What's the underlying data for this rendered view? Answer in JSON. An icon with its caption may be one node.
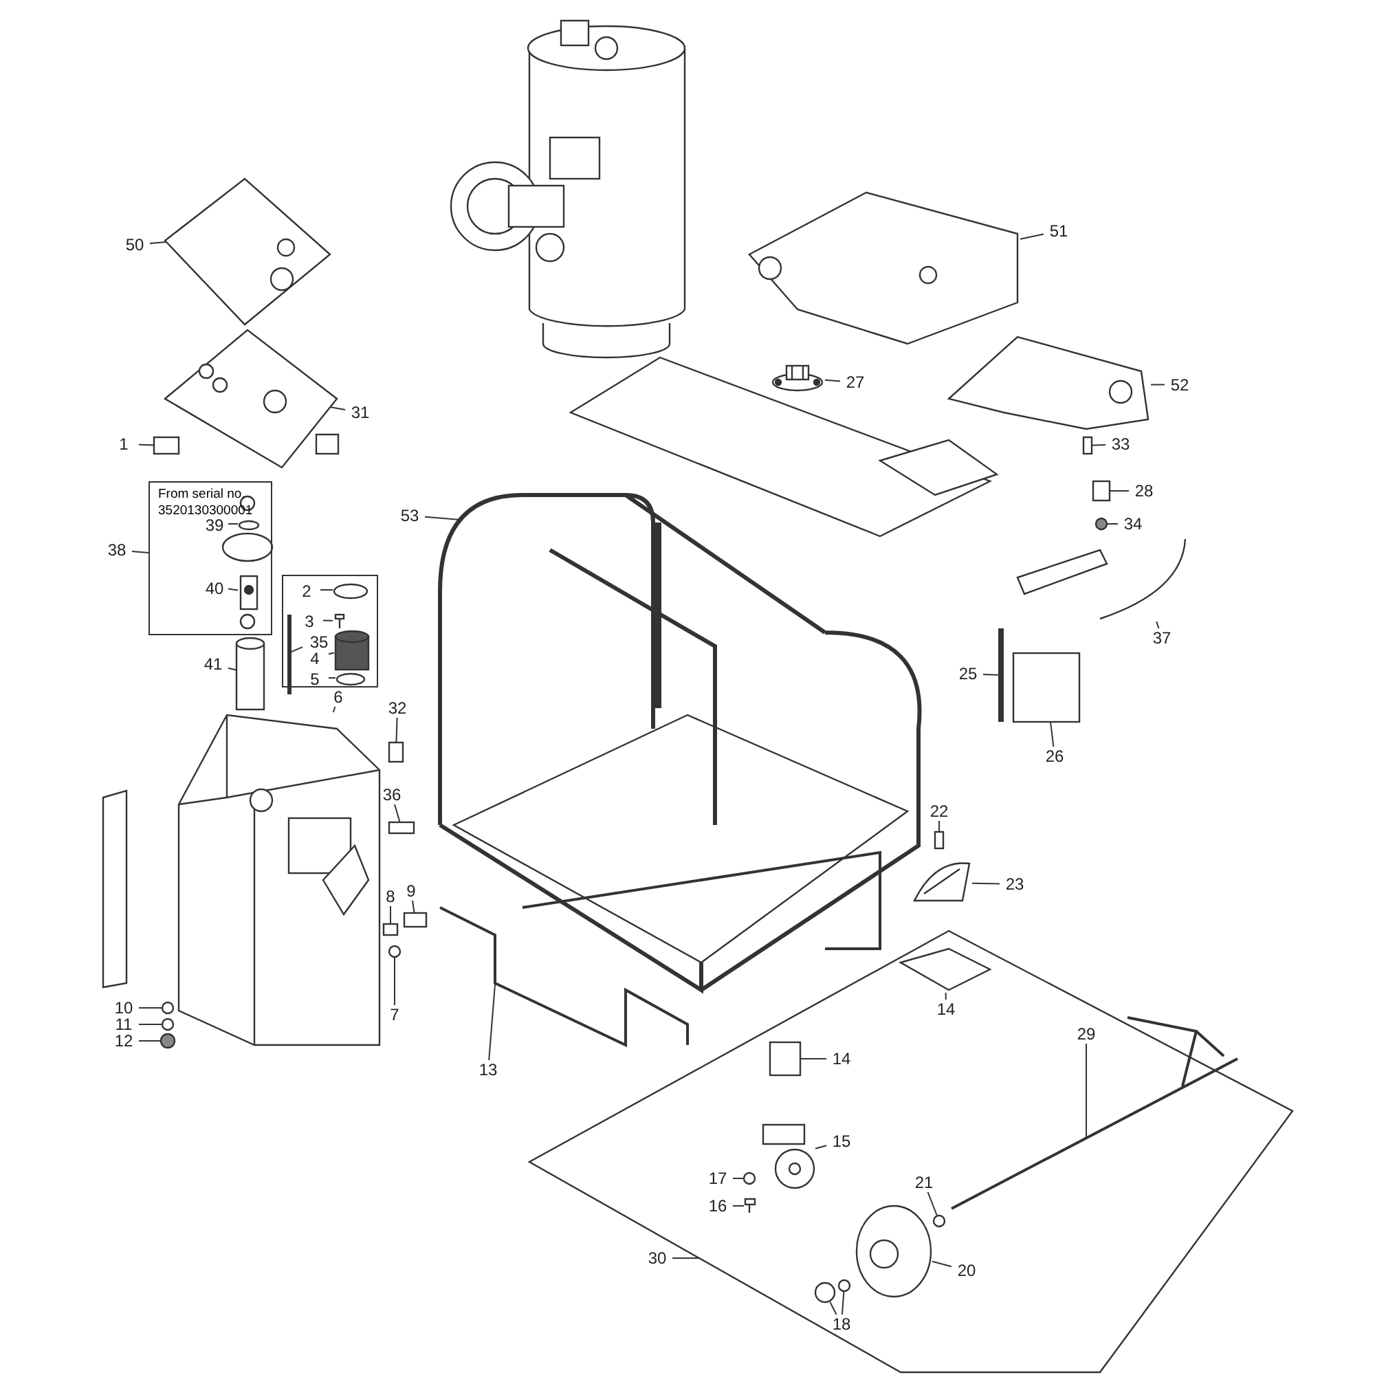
{
  "diagram": {
    "nodes": [
      {
        "text": [
          "50"
        ]
      },
      {
        "text": [
          "31"
        ]
      },
      {
        "text": [
          "1"
        ]
      },
      {
        "text": [
          "38"
        ]
      },
      {
        "text": [
          "From serial no. 3520130300001"
        ]
      },
      {
        "text": [
          "39"
        ],
        "in": 4
      },
      {
        "text": [
          "40"
        ],
        "in": 4
      },
      {
        "text": [],
        "shape": "box"
      },
      {
        "text": [
          "2"
        ],
        "in": 7
      },
      {
        "text": [
          "3"
        ],
        "in": 7
      },
      {
        "text": [
          "35"
        ],
        "in": 7
      },
      {
        "text": [
          "4"
        ],
        "in": 7
      },
      {
        "text": [
          "5"
        ],
        "in": 7
      },
      {
        "text": [
          "41"
        ]
      },
      {
        "text": [
          "6"
        ]
      },
      {
        "text": [
          "32"
        ]
      },
      {
        "text": [
          "36"
        ]
      },
      {
        "text": [
          "8"
        ]
      },
      {
        "text": [
          "9"
        ]
      },
      {
        "text": [
          "7"
        ]
      },
      {
        "text": [
          "10"
        ]
      },
      {
        "text": [
          "11"
        ]
      },
      {
        "text": [
          "12"
        ]
      },
      {
        "text": [
          "13"
        ]
      },
      {
        "text": [
          "53"
        ]
      },
      {
        "text": [
          "51"
        ]
      },
      {
        "text": [
          "27"
        ]
      },
      {
        "text": [
          "52"
        ]
      },
      {
        "text": [
          "33"
        ]
      },
      {
        "text": [
          "28"
        ]
      },
      {
        "text": [
          "34"
        ]
      },
      {
        "text": [
          "37"
        ]
      },
      {
        "text": [
          "25"
        ]
      },
      {
        "text": [
          "26"
        ]
      },
      {
        "text": [
          "22"
        ]
      },
      {
        "text": [
          "23"
        ]
      },
      {
        "text": [
          "30"
        ]
      },
      {
        "text": [],
        "shape": "parallelogram"
      },
      {
        "text": [
          "14"
        ],
        "in": 37
      },
      {
        "text": [
          "14"
        ],
        "in": 37
      },
      {
        "text": [
          "15"
        ],
        "in": 37
      },
      {
        "text": [
          "29"
        ],
        "in": 37
      },
      {
        "text": [
          "17"
        ],
        "in": 37
      },
      {
        "text": [
          "16"
        ],
        "in": 37
      },
      {
        "text": [
          "21"
        ],
        "in": 37
      },
      {
        "text": [
          "20"
        ],
        "in": 37
      },
      {
        "text": [
          "18"
        ],
        "in": 37
      },
      {
        "text": [],
        "shape": "picture"
      },
      {
        "text": [],
        "shape": "picture"
      },
      {
        "text": [],
        "shape": "box"
      },
      {
        "text": [],
        "shape": "circle",
        "in": 4
      },
      {
        "text": [],
        "shape": "picture",
        "in": 4
      },
      {
        "text": [],
        "shape": "circle",
        "in": 7
      },
      {
        "text": [],
        "shape": "picture",
        "in": 7
      },
      {
        "text": [],
        "shape": "bar",
        "in": 7
      },
      {
        "text": [],
        "shape": "cylinder",
        "in": 7
      },
      {
        "text": [],
        "shape": "circle",
        "in": 7
      },
      {
        "text": [],
        "shape": "cylinder"
      },
      {
        "text": [],
        "shape": "picture"
      },
      {
        "text": [],
        "shape": "box"
      },
      {
        "text": [],
        "shape": "box"
      },
      {
        "text": [],
        "shape": "box"
      },
      {
        "text": [],
        "shape": "box"
      },
      {
        "text": [],
        "shape": "circle"
      },
      {
        "text": [],
        "shape": "circle"
      },
      {
        "text": [],
        "shape": "circle"
      },
      {
        "text": [],
        "shape": "circle"
      },
      {
        "text": [],
        "shape": "picture"
      },
      {
        "text": [],
        "shape": "picture"
      },
      {
        "text": [],
        "shape": "picture"
      },
      {
        "text": [],
        "shape": "picture"
      },
      {
        "text": [],
        "shape": "picture"
      },
      {
        "text": [],
        "shape": "box"
      },
      {
        "text": [],
        "shape": "box"
      },
      {
        "text": [],
        "shape": "circle"
      },
      {
        "text": [],
        "shape": "picture"
      },
      {
        "text": [],
        "shape": "bar"
      },
      {
        "text": [],
        "shape": "box"
      },
      {
        "text": [],
        "shape": "box"
      },
      {
        "text": [],
        "shape": "picture"
      },
      {
        "text": [],
        "shape": "picture",
        "in": 37
      },
      {
        "text": [],
        "shape": "box",
        "in": 37
      },
      {
        "text": [],
        "shape": "picture",
        "in": 37
      },
      {
        "text": [],
        "shape": "picture",
        "in": 37
      },
      {
        "text": [],
        "shape": "circle",
        "in": 37
      },
      {
        "text": [],
        "shape": "picture",
        "in": 37
      },
      {
        "text": [],
        "shape": "circle",
        "in": 37
      },
      {
        "text": [],
        "shape": "picture",
        "in": 37
      },
      {
        "text": [],
        "shape": "circle",
        "in": 37
      },
      {
        "text": [],
        "shape": "circle",
        "in": 37
      }
    ],
    "edges": [
      {
        "from": 0,
        "to": 47,
        "arrow": "none"
      },
      {
        "from": 1,
        "to": 48,
        "arrow": "none"
      },
      {
        "from": 2,
        "to": 49,
        "arrow": "none"
      },
      {
        "from": 3,
        "to": 4,
        "arrow": "none"
      },
      {
        "from": 5,
        "to": 50,
        "arrow": "none"
      },
      {
        "from": 6,
        "to": 51,
        "arrow": "none"
      },
      {
        "from": 8,
        "to": 52,
        "arrow": "none"
      },
      {
        "from": 9,
        "to": 53,
        "arrow": "none"
      },
      {
        "from": 10,
        "to": 54,
        "arrow": "none"
      },
      {
        "from": 11,
        "to": 55,
        "arrow": "none"
      },
      {
        "from": 12,
        "to": 56,
        "arrow": "none"
      },
      {
        "from": 13,
        "to": 57,
        "arrow": "none"
      },
      {
        "from": 14,
        "to": 58,
        "arrow": "none"
      },
      {
        "from": 15,
        "to": 59,
        "arrow": "none"
      },
      {
        "from": 16,
        "to": 60,
        "arrow": "none"
      },
      {
        "from": 17,
        "to": 61,
        "arrow": "none"
      },
      {
        "from": 18,
        "to": 62,
        "arrow": "none"
      },
      {
        "from": 19,
        "to": 63,
        "arrow": "none"
      },
      {
        "from": 20,
        "to": 64,
        "arrow": "none"
      },
      {
        "from": 21,
        "to": 65,
        "arrow": "none"
      },
      {
        "from": 22,
        "to": 66,
        "arrow": "none"
      },
      {
        "from": 23,
        "to": 67,
        "arrow": "none"
      },
      {
        "from": 24,
        "to": 68,
        "arrow": "none"
      },
      {
        "from": 25,
        "to": 69,
        "arrow": "none"
      },
      {
        "from": 26,
        "to": 70,
        "arrow": "none"
      },
      {
        "from": 27,
        "to": 71,
        "arrow": "none"
      },
      {
        "from": 28,
        "to": 72,
        "arrow": "none"
      },
      {
        "from": 29,
        "to": 73,
        "arrow": "none"
      },
      {
        "from": 30,
        "to": 74,
        "arrow": "none"
      },
      {
        "from": 31,
        "to": 75,
        "arrow": "none"
      },
      {
        "from": 32,
        "to": 76,
        "arrow": "none"
      },
      {
        "from": 33,
        "to": 77,
        "arrow": "none"
      },
      {
        "from": 34,
        "to": 78,
        "arrow": "none"
      },
      {
        "from": 35,
        "to": 79,
        "arrow": "none"
      },
      {
        "from": 36,
        "to": 37,
        "arrow": "none"
      },
      {
        "from": 38,
        "to": 80,
        "arrow": "none"
      },
      {
        "from": 39,
        "to": 81,
        "arrow": "none"
      },
      {
        "from": 40,
        "to": 82,
        "arrow": "none"
      },
      {
        "from": 41,
        "to": 83,
        "arrow": "none"
      },
      {
        "from": 42,
        "to": 84,
        "arrow": "none"
      },
      {
        "from": 43,
        "to": 85,
        "arrow": "none"
      },
      {
        "from": 44,
        "to": 86,
        "arrow": "none"
      },
      {
        "from": 45,
        "to": 87,
        "arrow": "none"
      },
      {
        "from": 46,
        "to": 88,
        "arrow": "none"
      },
      {
        "from": 46,
        "to": 89,
        "arrow": "none"
      }
    ]
  }
}
